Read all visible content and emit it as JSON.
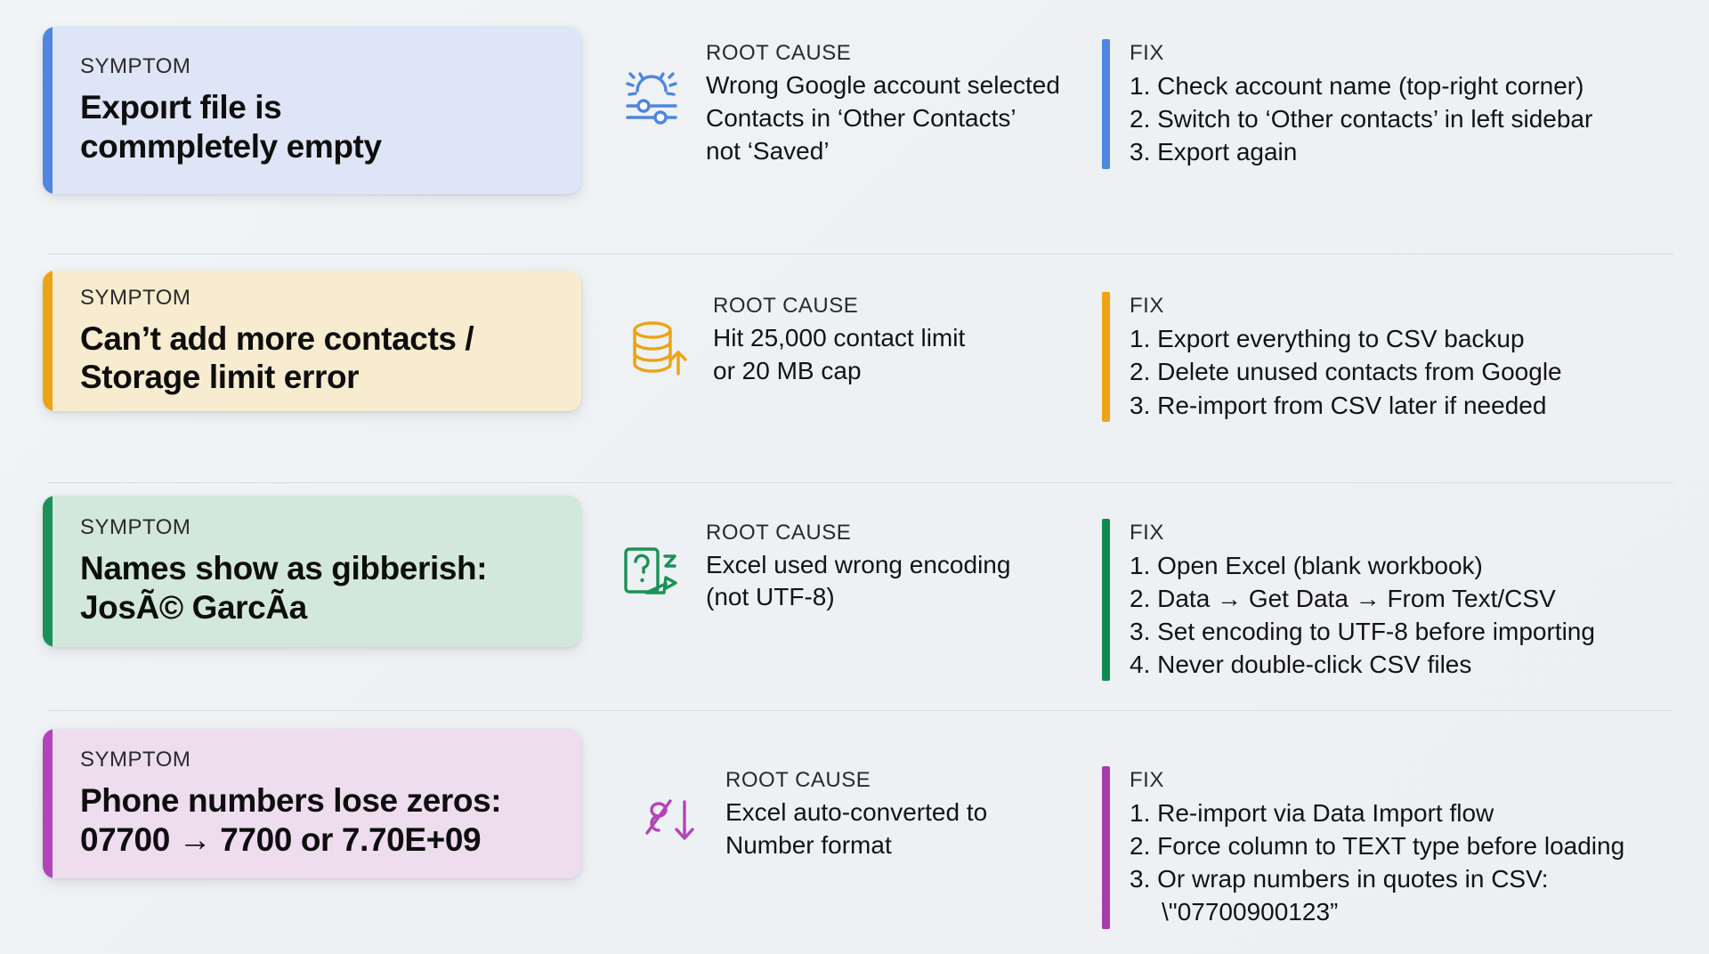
{
  "labels": {
    "symptom": "SYMPTOM",
    "root_cause": "ROOT CAUSE",
    "fix": "FIX"
  },
  "colors": {
    "blue_accent": "#4e86e0",
    "blue_card": "#dde5f6",
    "amber_accent": "#eda313",
    "amber_card": "#f7ecd0",
    "green_accent": "#1b9157",
    "green_card": "#d3e8dc",
    "purple_accent": "#b343b8",
    "purple_card": "#eedcef",
    "background": "#eef1f4",
    "divider": "#d6dcdf"
  },
  "rows": [
    {
      "accent": "blue",
      "icon": "settings-sliders-icon",
      "symptom_lines": [
        "Expoırt file is",
        "commpletely empty"
      ],
      "cause_lines": [
        "Wrong Google account selected",
        "Contacts in ‘Other Contacts’",
        "not ‘Saved’"
      ],
      "fix_lines": [
        "1. Check account name (top-right corner)",
        "2. Switch to ‘Other contacts’ in left sidebar",
        "3. Export again"
      ]
    },
    {
      "accent": "amber",
      "icon": "database-upload-icon",
      "symptom_lines": [
        "Can’t add more contacts /",
        "Storage limit error"
      ],
      "cause_lines": [
        "Hit 25,000 contact limit",
        "or 20 MB cap"
      ],
      "fix_lines": [
        "1. Export everything to CSV backup",
        "2. Delete unused contacts from Google",
        "3. Re-import from CSV later if needed"
      ]
    },
    {
      "accent": "green",
      "icon": "missing-glyph-icon",
      "symptom_lines": [
        "Names show as gibberish:",
        "JosÃ© GarcÃ­a"
      ],
      "cause_lines": [
        "Excel used wrong encoding",
        "(not UTF-8)"
      ],
      "fix_lines": [
        "1. Open Excel (blank workbook)",
        "2. Data → Get Data → From Text/CSV",
        "3. Set encoding to UTF-8 before importing",
        "4. Never double-click CSV files"
      ]
    },
    {
      "accent": "purple",
      "icon": "number-conversion-icon",
      "symptom_lines": [
        "Phone numbers lose zeros:",
        "07700 → 7700 or 7.70E+09"
      ],
      "cause_lines": [
        "Excel auto-converted to",
        "Number format"
      ],
      "fix_lines": [
        "1. Re-import via Data Import flow",
        "2. Force column to TEXT type before loading",
        "3. Or wrap numbers in quotes in CSV:",
        "\\\"07700900123”"
      ]
    }
  ]
}
